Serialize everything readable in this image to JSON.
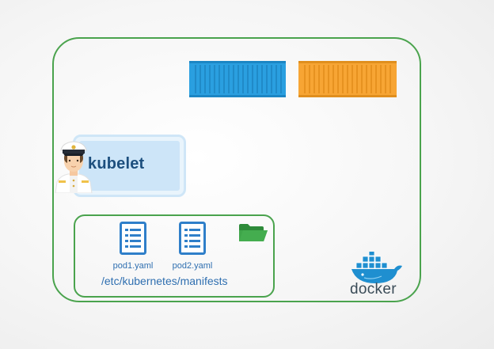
{
  "kubelet": {
    "label": "kubelet",
    "icon": "captain-icon"
  },
  "containers": [
    {
      "name": "container-blue",
      "color": "#2a9fe0"
    },
    {
      "name": "container-orange",
      "color": "#f7a534"
    }
  ],
  "manifests": {
    "files": [
      {
        "label": "pod1.yaml",
        "icon": "file-document-icon"
      },
      {
        "label": "pod2.yaml",
        "icon": "file-document-icon"
      }
    ],
    "folder_icon": "folder-open-icon",
    "path": "/etc/kubernetes/manifests"
  },
  "runtime": {
    "label": "docker",
    "icon": "docker-whale-icon"
  },
  "colors": {
    "border_green": "#4aa34d",
    "label_blue": "#2f6fb0",
    "kubelet_text": "#1d4f7e"
  }
}
